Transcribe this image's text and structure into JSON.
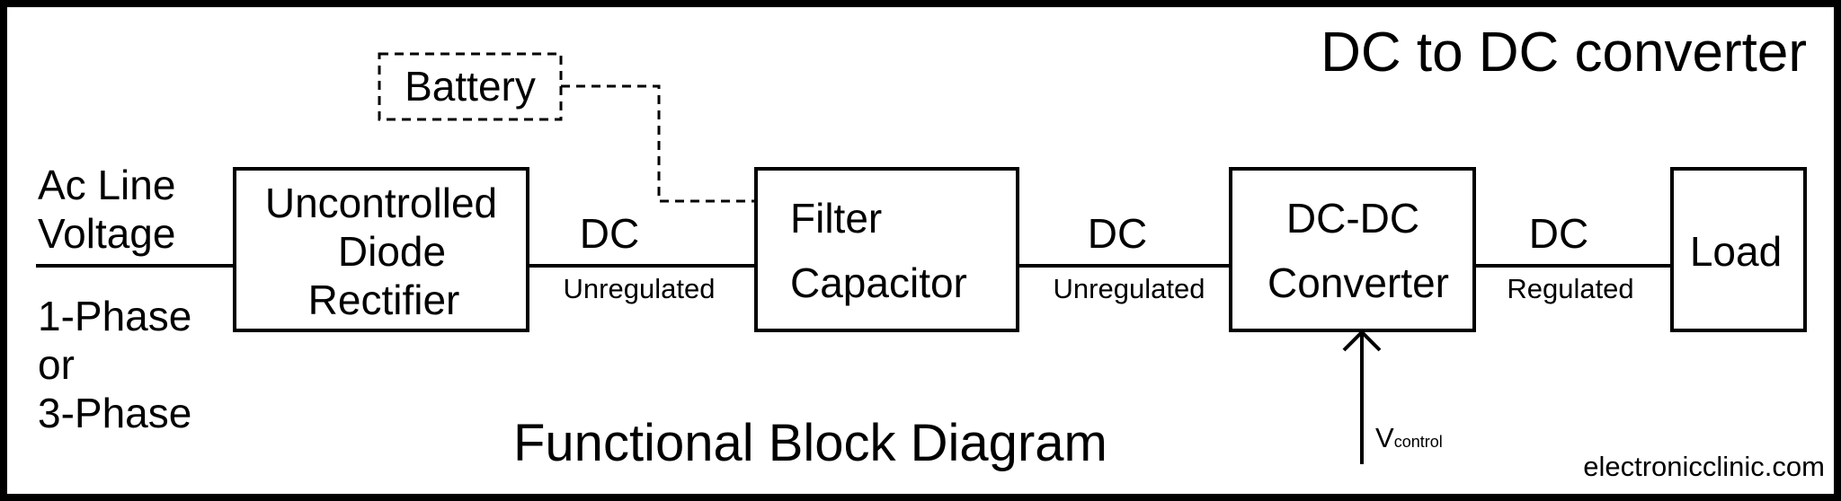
{
  "title": "DC to DC converter",
  "subtitle": "Functional Block Diagram",
  "footer": "electronicclinic.com",
  "input": {
    "line1": "Ac Line",
    "line2": "Voltage",
    "phase1": "1-Phase",
    "phase_or": "or",
    "phase3": "3-Phase"
  },
  "blocks": {
    "battery": "Battery",
    "rectifier": [
      "Uncontrolled",
      "Diode",
      "Rectifier"
    ],
    "filter": [
      "Filter",
      "Capacitor"
    ],
    "converter": [
      "DC-DC",
      "Converter"
    ],
    "load": "Load"
  },
  "links": [
    {
      "main": "DC",
      "sub": "Unregulated"
    },
    {
      "main": "DC",
      "sub": "Unregulated"
    },
    {
      "main": "DC",
      "sub": "Regulated"
    }
  ],
  "control": {
    "main": "V",
    "sub": "control"
  }
}
